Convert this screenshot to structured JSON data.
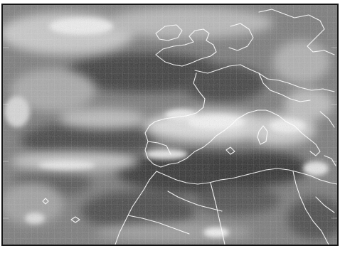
{
  "image": {
    "kind": "satellite-image",
    "rendering": "monochrome-halftone",
    "layers": [
      "cloud-field",
      "coastlines-and-borders",
      "graticule"
    ]
  },
  "colors": {
    "frame_border": "#141414",
    "darkest_tone": "#2e2e2e",
    "brightest_cloud": "#f4f4f4",
    "coastline": "#ffffff",
    "graticule": "#ffffff",
    "page_background": "#ffffff"
  }
}
